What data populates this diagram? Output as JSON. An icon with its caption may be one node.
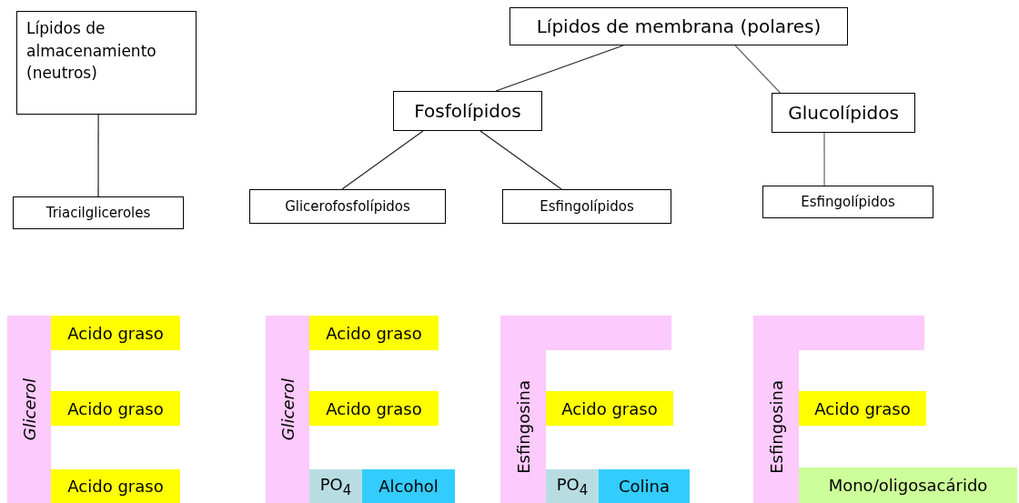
{
  "diagram": {
    "nodes": [
      {
        "text": [
          "Lípidos de almacenamiento (neutros)"
        ]
      },
      {
        "text": [
          "Lípidos de membrana (polares)"
        ]
      },
      {
        "text": [
          "Fosfolípidos"
        ]
      },
      {
        "text": [
          "Glucolípidos"
        ]
      },
      {
        "text": [
          "Triacilgliceroles"
        ]
      },
      {
        "text": [
          "Glicerofosfolípidos"
        ]
      },
      {
        "text": [
          "Esfingolípidos"
        ]
      },
      {
        "text": [
          "Esfingolípidos"
        ]
      },
      {
        "text": [
          "Glicerol"
        ]
      },
      {
        "text": [
          "Acido graso"
        ]
      },
      {
        "text": [
          "Acido graso"
        ]
      },
      {
        "text": [
          "Acido graso"
        ]
      },
      {
        "text": [
          "Glicerol"
        ]
      },
      {
        "text": [
          "Acido graso"
        ]
      },
      {
        "text": [
          "Acido graso"
        ]
      },
      {
        "text": [
          "PO$_{4}$"
        ]
      },
      {
        "text": [
          "Alcohol"
        ]
      },
      {
        "text": [
          "Esfingosina"
        ]
      },
      {
        "text": [
          "Acido graso"
        ]
      },
      {
        "text": [
          "PO$_{4}$"
        ]
      },
      {
        "text": [
          "Colina"
        ]
      },
      {
        "text": [
          "Esfingosina"
        ]
      },
      {
        "text": [
          "Acido graso"
        ]
      },
      {
        "text": [
          "Mono/oligosacárido"
        ]
      }
    ],
    "edges": [
      {
        "from": 0,
        "to": 4,
        "arrow": "none"
      },
      {
        "from": 1,
        "to": 2,
        "arrow": "none"
      },
      {
        "from": 1,
        "to": 3,
        "arrow": "none"
      },
      {
        "from": 2,
        "to": 5,
        "arrow": "none"
      },
      {
        "from": 2,
        "to": 6,
        "arrow": "none"
      },
      {
        "from": 3,
        "to": 7,
        "arrow": "none"
      }
    ]
  }
}
